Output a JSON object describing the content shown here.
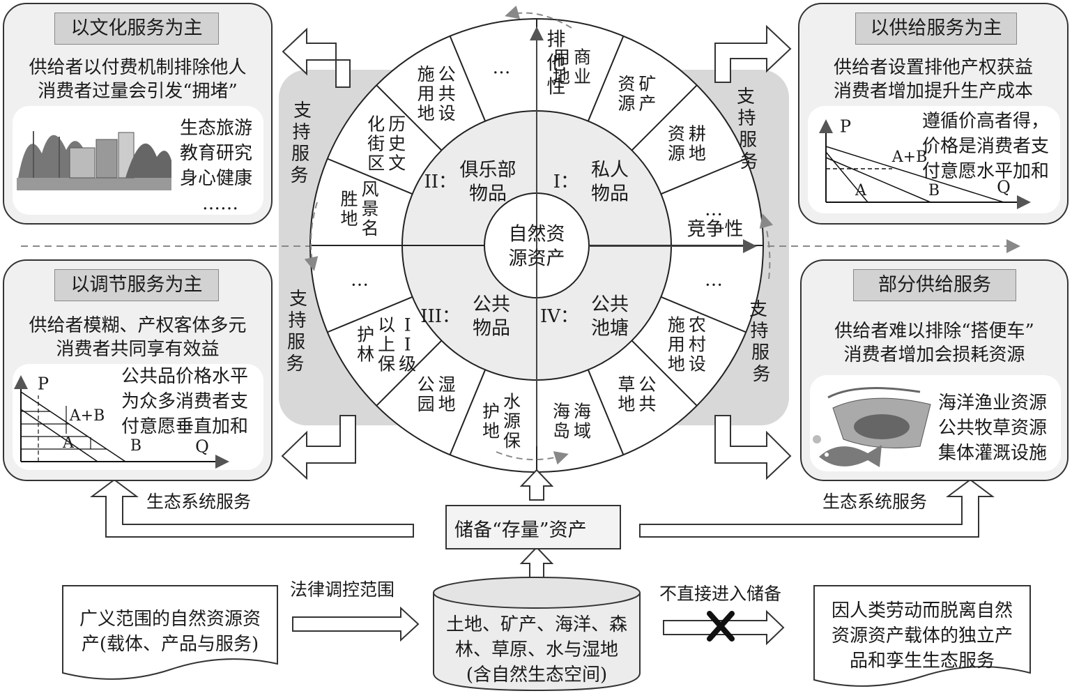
{
  "center": {
    "line1": "自然资",
    "line2": "源资产"
  },
  "axes": {
    "exclusivity": "排他性",
    "rivalry": "竞争性"
  },
  "support_label": "支持服务",
  "quadrants": {
    "q1": {
      "numeral": "I：",
      "name1": "私人",
      "name2": "物品",
      "sectors": [
        "商业用地",
        "矿产资源",
        "耕地资源",
        "…"
      ]
    },
    "q2": {
      "numeral": "II：",
      "name1": "俱乐部",
      "name2": "物品",
      "sectors": [
        "风景名胜地",
        "历史文化街区",
        "公共设施用地",
        "…"
      ]
    },
    "q3": {
      "numeral": "III：",
      "name1": "公共",
      "name2": "物品",
      "sectors": [
        "…",
        "II级以上保护林",
        "湿地公园",
        "水源保护地"
      ]
    },
    "q4": {
      "numeral": "IV：",
      "name1": "公共",
      "name2": "池塘",
      "sectors": [
        "海域海岛",
        "公共草地",
        "农村设施用地",
        "…"
      ]
    }
  },
  "panels": {
    "top_left": {
      "title": "以文化服务为主",
      "desc": [
        "供给者以付费机制排除他人",
        "消费者过量会引发“拥堵”"
      ],
      "items": [
        "生态旅游",
        "教育研究",
        "身心健康",
        "……"
      ]
    },
    "top_right": {
      "title": "以供给服务为主",
      "desc": [
        "供给者设置排他产权获益",
        "消费者增加提升生产成本"
      ],
      "note": [
        "遵循价高者得，",
        "价格是消费者支",
        "付意愿水平加和"
      ],
      "graph": {
        "p": "P",
        "q": "Q",
        "a": "A",
        "b": "B",
        "ab": "A+B"
      }
    },
    "bottom_left": {
      "title": "以调节服务为主",
      "desc": [
        "供给者模糊、产权客体多元",
        "消费者共同享有效益"
      ],
      "note": [
        "公共品价格水平",
        "为众多消费者支",
        "付意愿垂直加和"
      ],
      "graph": {
        "p": "P",
        "q": "Q",
        "a": "A",
        "b": "B",
        "ab": "A+B"
      }
    },
    "bottom_right": {
      "title": "部分供给服务",
      "desc": [
        "供给者难以排除“搭便车”",
        "消费者增加会损耗资源"
      ],
      "items": [
        "海洋渔业资源",
        "公共牧草资源",
        "集体灌溉设施"
      ]
    }
  },
  "bottom": {
    "ecosystem_left": "生态系统服务",
    "ecosystem_right": "生态系统服务",
    "reserve": "储备“存量”资产",
    "legal": "法律调控范围",
    "not_direct": "不直接进入储备",
    "broad": [
      "广义范围的自然资源资",
      "产(载体、产品与服务)"
    ],
    "cylinder": [
      "土地、矿产、海洋、森",
      "林、草原、水与湿地",
      "(含自然生态空间)"
    ],
    "independent": [
      "因人类劳动而脱离自然",
      "资源资产载体的独立产",
      "品和孪生生态服务"
    ]
  }
}
